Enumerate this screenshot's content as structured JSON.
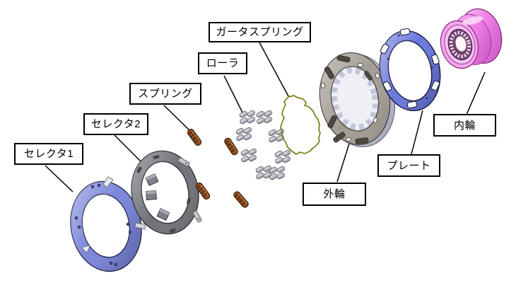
{
  "diagram": {
    "background": "#ffffff",
    "labels": {
      "selector1": "セレクタ1",
      "selector2": "セレクタ2",
      "spring": "スプリング",
      "roller": "ローラ",
      "garter_spring": "ガータスプリング",
      "outer_ring": "外輪",
      "plate": "プレート",
      "inner_ring": "内輪"
    },
    "colors": {
      "selector1": "#7b86d9",
      "selector2": "#717279",
      "spring": "#8f4c1d",
      "roller": "#c9cad1",
      "garter_spring": "#7c7c14",
      "outer_ring": "#a39d95",
      "outer_ring_side": "#c7cad9",
      "plate": "#6b79de",
      "inner_ring": "#ee7fe6",
      "leader_line": "#000000"
    }
  }
}
